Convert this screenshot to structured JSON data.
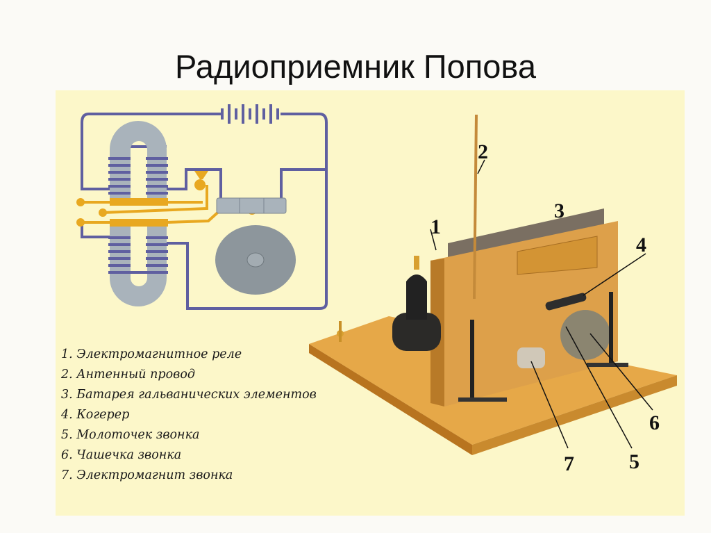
{
  "title": "Радиоприемник Попова",
  "legend": [
    "1. Электромагнитное реле",
    "2. Антенный провод",
    "3. Батарея гальванических элементов",
    "4. Когерер",
    "5. Молоточек звонка",
    "6. Чашечка звонка",
    "7. Электромагнит звонка"
  ],
  "callouts": [
    "1",
    "2",
    "3",
    "4",
    "5",
    "6",
    "7"
  ],
  "colors": {
    "background": "#fcf7c9",
    "wire": "#5f5fa0",
    "brass": "#e8a820",
    "wood": "#d99a3a",
    "metal": "#a9b3bb"
  }
}
